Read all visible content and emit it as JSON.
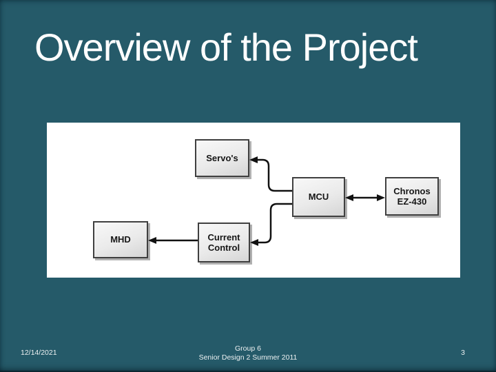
{
  "slide": {
    "title": "Overview of the Project"
  },
  "theme": {
    "background_color": "#255a69",
    "title_color": "#ffffff",
    "content_background": "#ffffff",
    "box_border_color": "#3f3f3f",
    "box_shadow_color": "#b0b0b0",
    "connector_color": "#111111",
    "footer_text_color": "#eef2f3"
  },
  "diagram": {
    "boxes": [
      {
        "id": "servos",
        "label": "Servo's"
      },
      {
        "id": "mcu",
        "label": "MCU"
      },
      {
        "id": "chronos",
        "label": "Chronos EZ-430"
      },
      {
        "id": "mhd",
        "label": "MHD"
      },
      {
        "id": "current_control",
        "label": "Current Control"
      }
    ],
    "connections": [
      {
        "from": "MCU",
        "to": "Servo's",
        "arrow": "single"
      },
      {
        "from": "MCU",
        "to": "Current Control",
        "arrow": "single"
      },
      {
        "from": "MCU",
        "to": "Chronos EZ-430",
        "arrow": "double"
      },
      {
        "from": "Current Control",
        "to": "MHD",
        "arrow": "single"
      }
    ]
  },
  "footer": {
    "date": "12/14/2021",
    "group": "Group 6",
    "course": "Senior Design 2 Summer 2011",
    "page_number": "3"
  }
}
